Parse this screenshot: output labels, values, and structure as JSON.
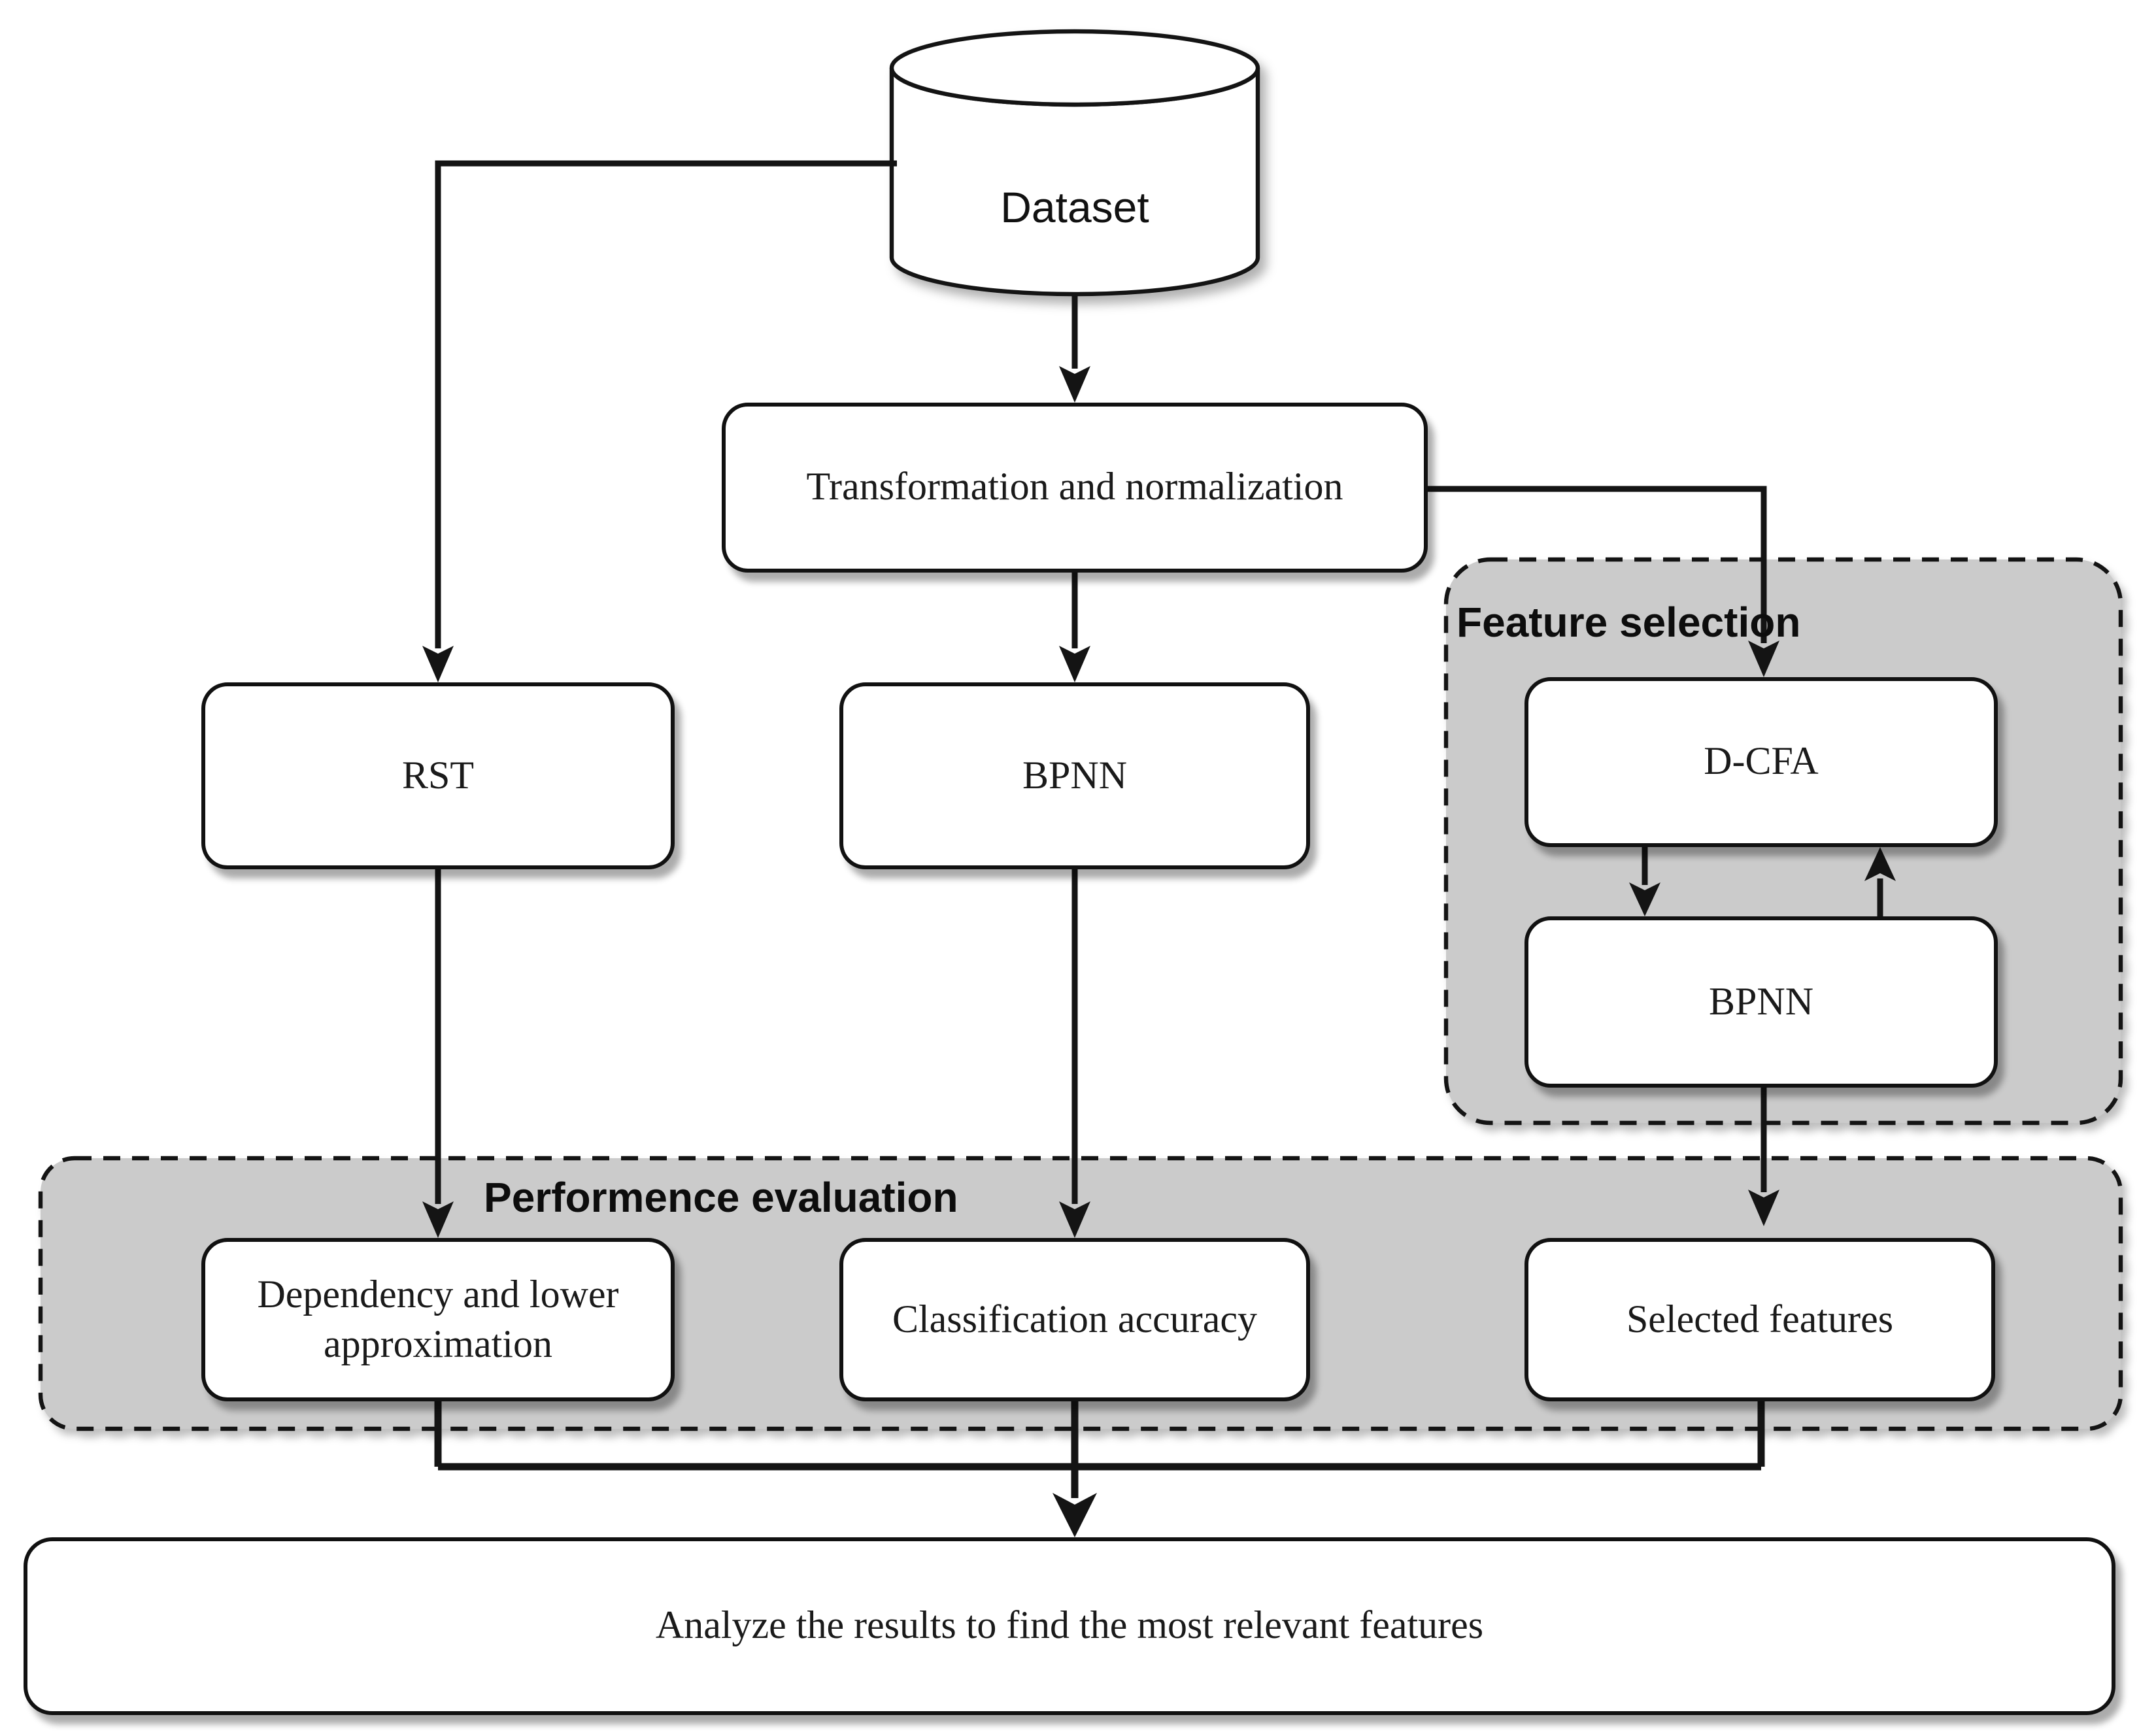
{
  "nodes": {
    "dataset": {
      "label": "Dataset",
      "shape": "database-cylinder"
    },
    "transformation": {
      "label": "Transformation and normalization"
    },
    "rst": {
      "label": "RST"
    },
    "bpnn_main": {
      "label": "BPNN"
    },
    "dcfa": {
      "label": "D-CFA"
    },
    "bpnn_fs": {
      "label": "BPNN"
    },
    "dependency": {
      "label": "Dependency and lower approximation"
    },
    "classification": {
      "label": "Classification accuracy"
    },
    "selected": {
      "label": "Selected features"
    },
    "analyze": {
      "label": "Analyze the results to find the most relevant features"
    }
  },
  "groups": {
    "feature_selection": {
      "label": "Feature selection"
    },
    "performance_evaluation": {
      "label": "Performence evaluation"
    }
  },
  "edges": [
    "dataset -> transformation",
    "dataset -> rst",
    "transformation -> bpnn_main",
    "transformation -> dcfa",
    "dcfa <-> bpnn_fs",
    "rst -> dependency",
    "bpnn_main -> classification",
    "bpnn_fs -> selected",
    "dependency + classification + selected -> analyze"
  ],
  "colors": {
    "group_fill": "#cbcbcb",
    "box_fill": "#ffffff",
    "line": "#141414",
    "box_border": "#111111"
  }
}
